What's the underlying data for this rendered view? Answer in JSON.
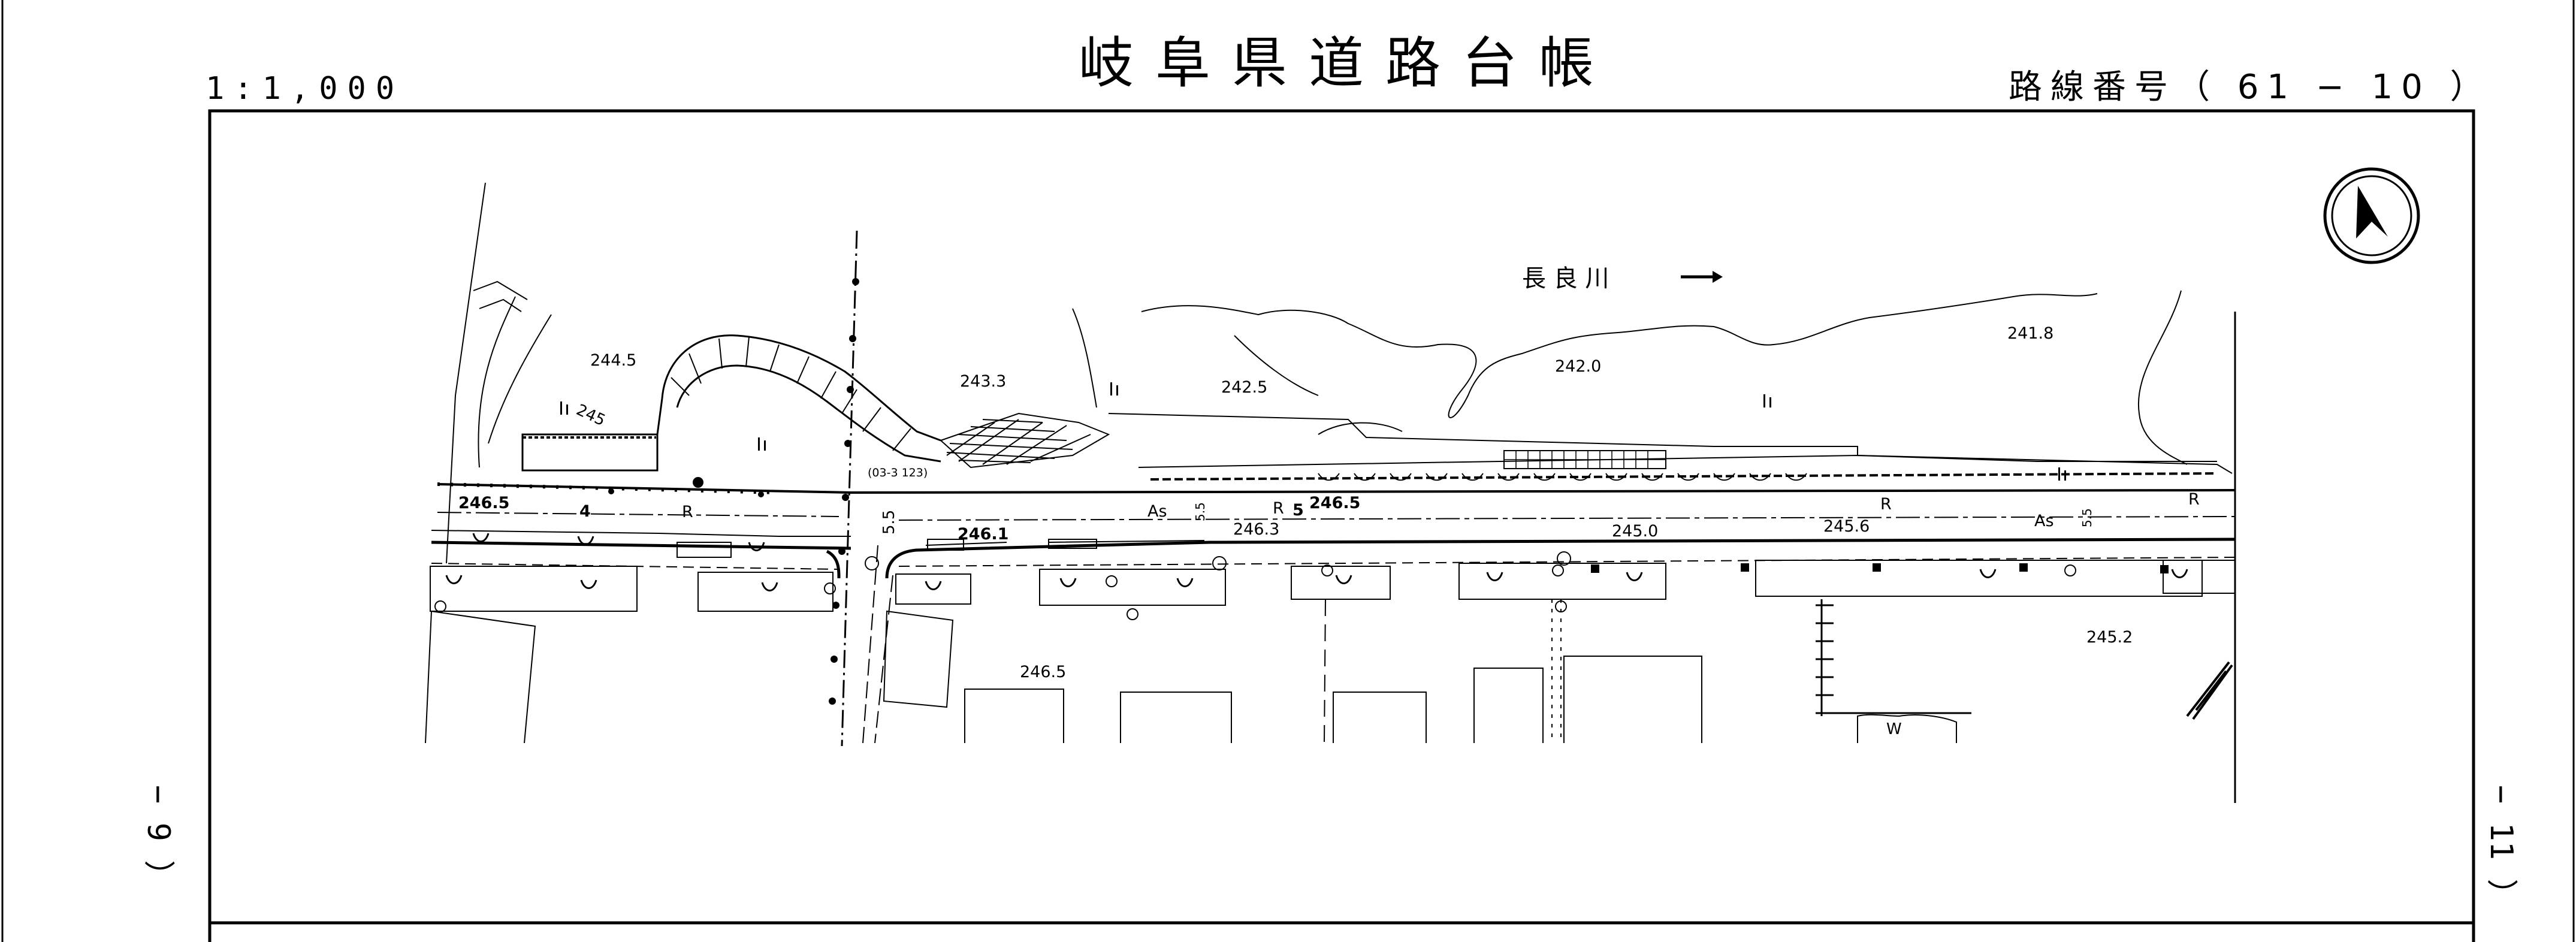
{
  "header": {
    "title": "岐阜県道路台帳",
    "scale": "1:1,000",
    "route_number": "路線番号（ 61 − 10 ）"
  },
  "adjacent_sheets": {
    "left": "− 9 ）",
    "right": "− 11 ）"
  },
  "map": {
    "river_label": "長 良 川",
    "spot_elevations": [
      "244.5",
      "243.3",
      "242.5",
      "242.0",
      "241.8",
      "246.5",
      "246.1",
      "246.3",
      "246.5",
      "245.0",
      "245.6",
      "245.2",
      "246.5"
    ],
    "contour_label": "245",
    "road_markings": [
      "4",
      "R",
      "As",
      "R",
      "5",
      "5.5",
      "R",
      "As",
      "R",
      "5.5",
      "5.5"
    ],
    "bm_label": "(03-3 123)",
    "w_label": "W"
  },
  "colors": {
    "ink": "#000000",
    "paper": "#ffffff"
  },
  "icons": {
    "north_arrow": "north-arrow-icon"
  }
}
